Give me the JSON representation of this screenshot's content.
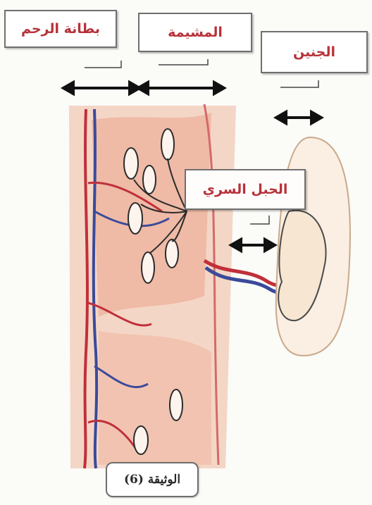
{
  "labels": {
    "uterus_wall": "بطانة الرحم",
    "placenta": "المشيمة",
    "embryo": "الجنين",
    "umbilical_cord": "الحبل السري",
    "document": "الوثيقة (6)"
  },
  "colors": {
    "label_text": "#b7323a",
    "artery": "#c0303a",
    "vein": "#3a4a9a",
    "tissue": "#f2b9a6",
    "arrow": "#111111"
  }
}
